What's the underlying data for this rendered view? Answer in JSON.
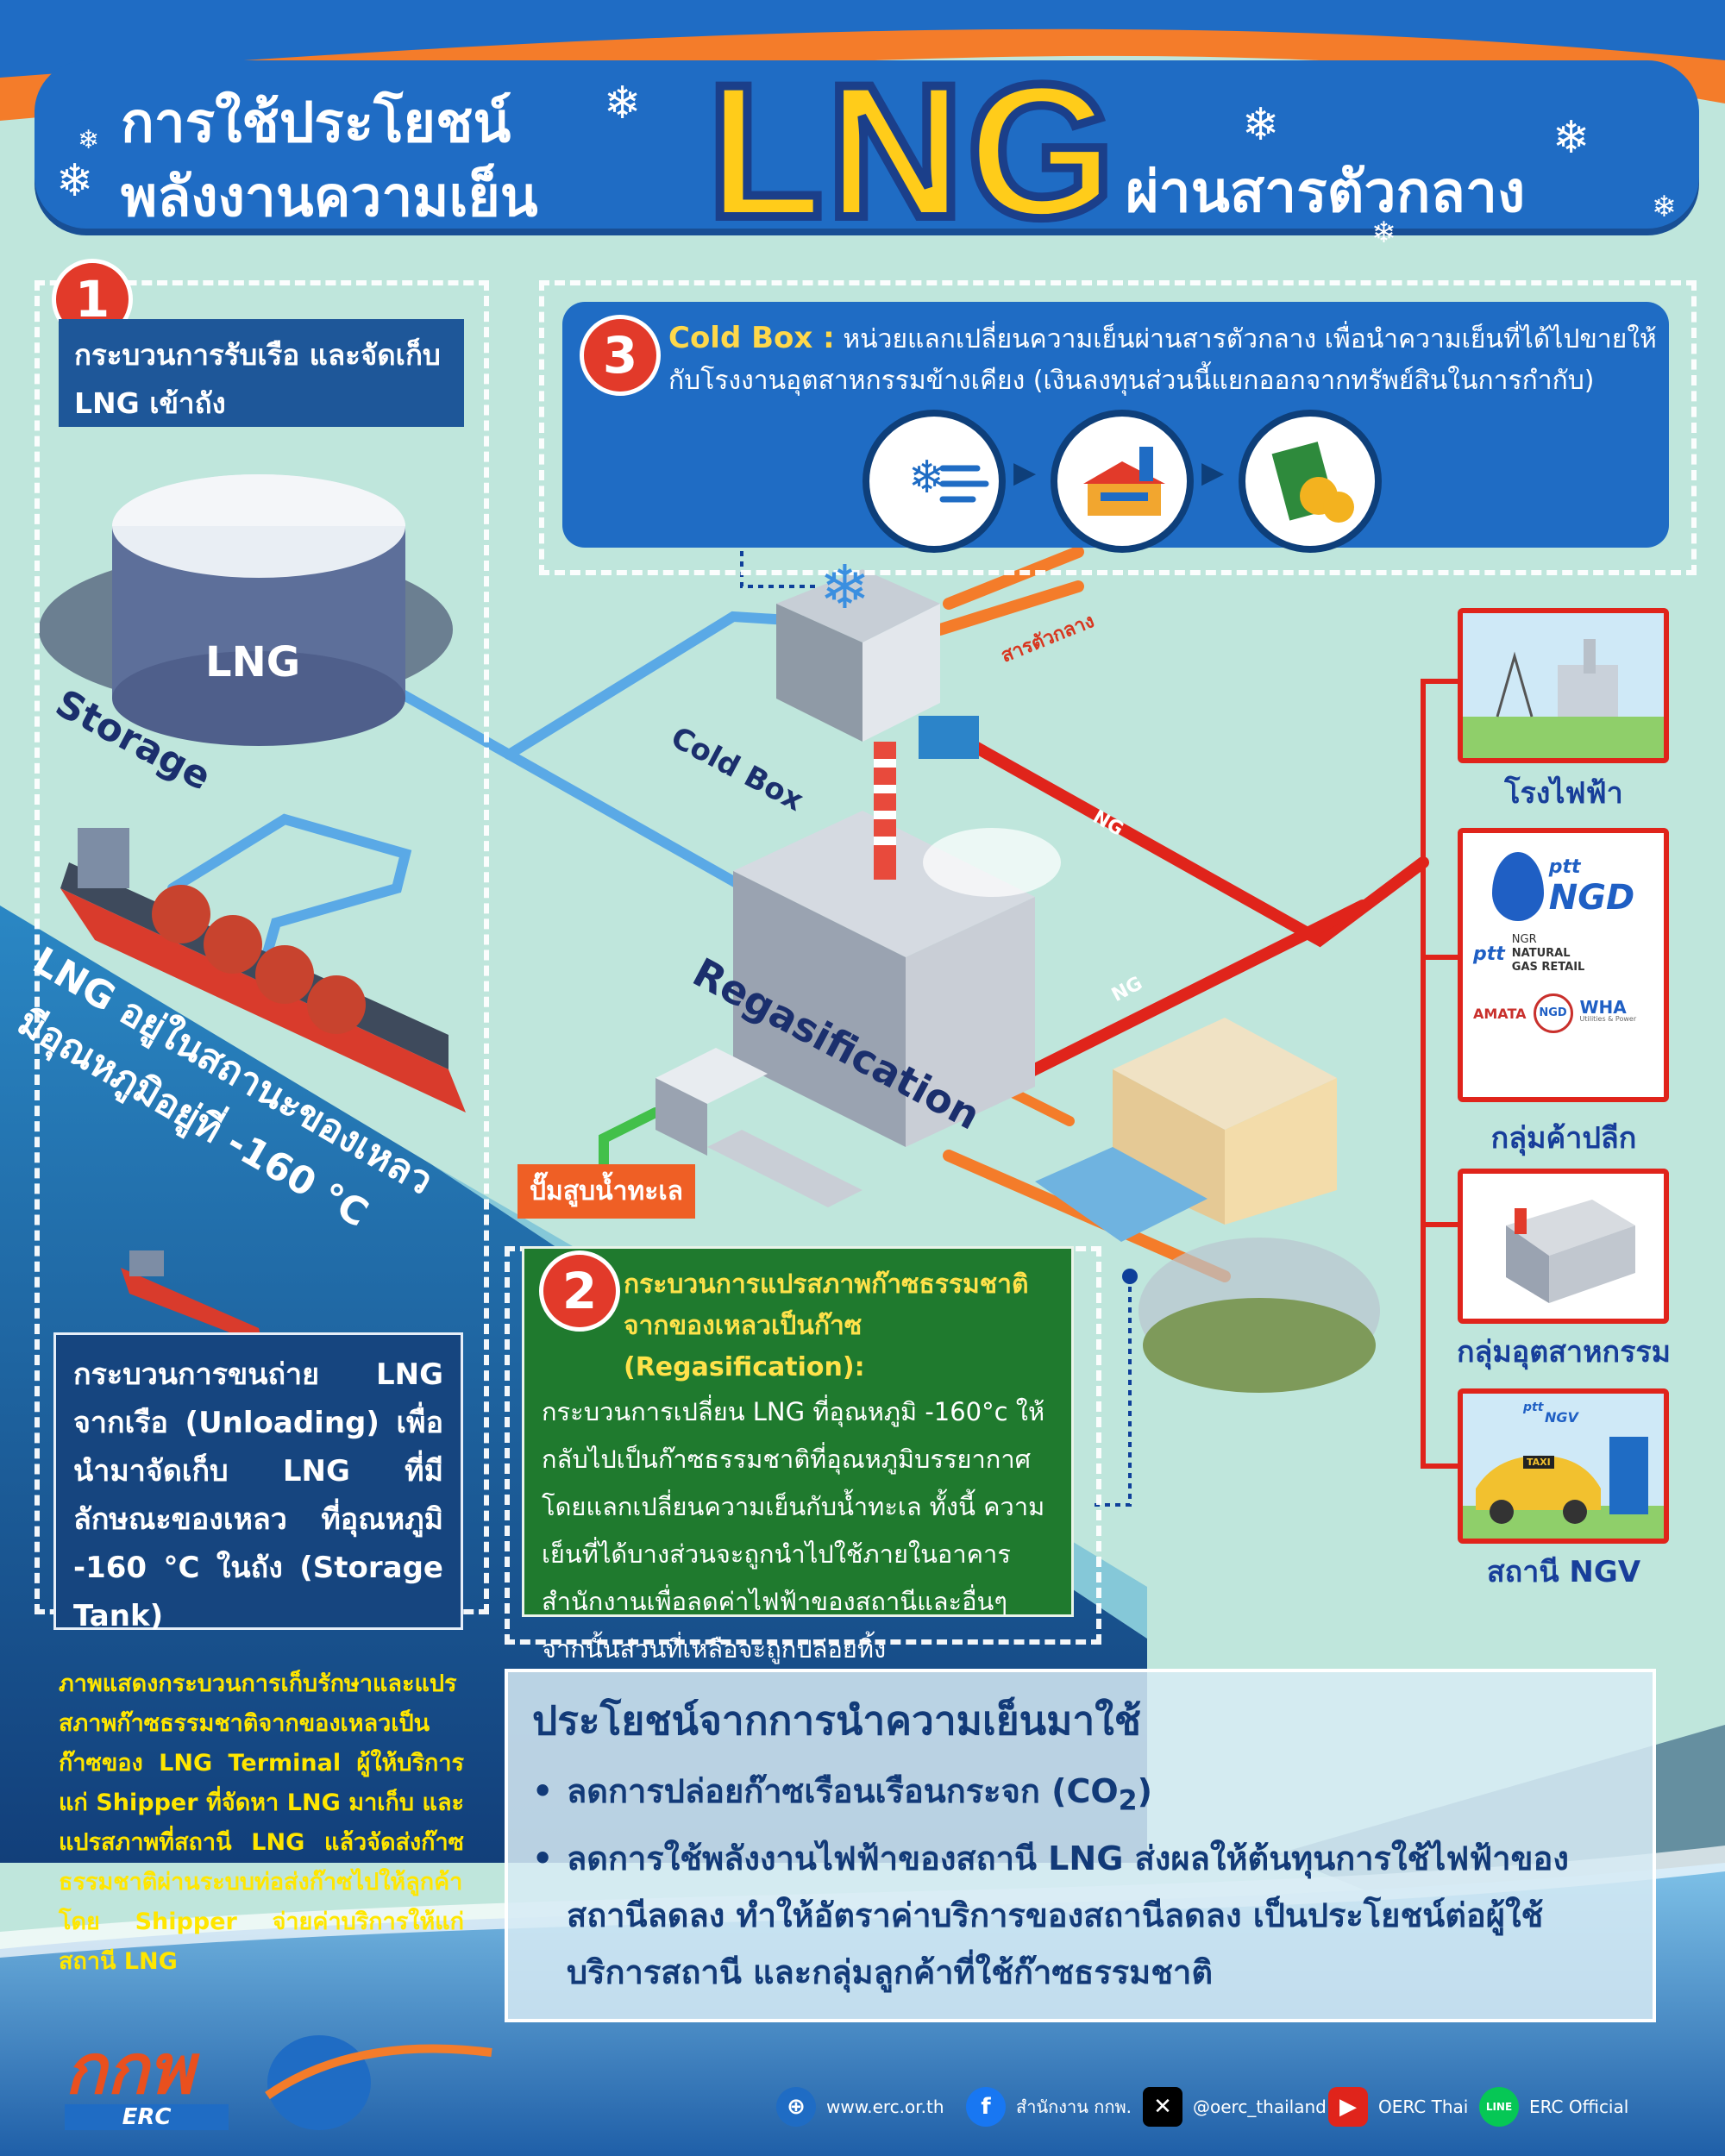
{
  "header": {
    "title_line1": "การใช้ประโยชน์",
    "title_line2": "พลังงานความเย็น",
    "title_lng": "LNG",
    "title_right": "ผ่านสารตัวกลาง"
  },
  "step1": {
    "number": "1",
    "title": "กระบวนการรับเรือ และจัดเก็บ LNG เข้าถัง",
    "tank_label": "LNG",
    "storage_label": "Storage",
    "ship_text_line1": "LNG อยู่ในสถานะของเหลว",
    "ship_text_line2": "มีอุณหภูมิอยู่ที่ -160 °C",
    "unloading": "กระบวนการขนถ่าย LNG จากเรือ (Unloading) เพื่อนำมาจัดเก็บ LNG ที่มีลักษณะของเหลว ที่อุณหภูมิ -160 °C ในถัง (Storage Tank)"
  },
  "step3": {
    "number": "3",
    "title_bold": "Cold Box :",
    "title_text": "หน่วยแลกเปลี่ยนความเย็นผ่านสารตัวกลาง เพื่อนำความเย็นที่ได้ไปขายให้กับโรงงานอุตสาหกรรมข้างเคียง (เงินลงทุนส่วนนี้แยกออกจากทรัพย์สินในการกำกับ)",
    "icons": [
      "snow-wind-icon",
      "factory-icon",
      "money-icon"
    ]
  },
  "diagram": {
    "cold_box_label": "Cold Box",
    "medium_label": "สารตัวกลาง",
    "ng_label_1": "NG",
    "ng_label_2": "NG",
    "regas_label": "Regasification",
    "pump_label": "ปั๊มสูบน้ำทะเล"
  },
  "step2": {
    "number": "2",
    "title": "กระบวนการแปรสภาพก๊าซธรรมชาติ จากของเหลวเป็นก๊าซ (Regasification):",
    "body": "กระบวนการเปลี่ยน LNG ที่อุณหภูมิ -160°c ให้กลับไปเป็นก๊าซธรรมชาติที่อุณหภูมิบรรยากาศโดยแลกเปลี่ยนความเย็นกับน้ำทะเล ทั้งนี้ ความเย็นที่ได้บางส่วนจะถูกนำไปใช้ภายในอาคารสำนักงานเพื่อลดค่าไฟฟ้าของสถานีและอื่นๆ จากนั้นส่วนที่เหลือจะถูกปล่อยทิ้ง"
  },
  "customers": [
    {
      "label": "โรงไฟฟ้า"
    },
    {
      "label": "กลุ่มค้าปลีก",
      "logos": [
        "ptt",
        "NGD",
        "ptt",
        "NGR",
        "NATURAL",
        "GAS RETAIL",
        "AMATA",
        "NGD",
        "WHA",
        "Utilities & Power"
      ]
    },
    {
      "label": "กลุ่มอุตสาหกรรม"
    },
    {
      "label": "สถานี NGV",
      "logos": [
        "ptt",
        "NGV",
        "TAXI"
      ]
    }
  ],
  "caption": "ภาพแสดงกระบวนการเก็บรักษาและแปรสภาพก๊าซธรรมชาติจากของเหลวเป็นก๊าซของ LNG Terminal ผู้ให้บริการแก่ Shipper ที่จัดหา LNG มาเก็บ และแปรสภาพที่สถานี LNG แล้วจัดส่งก๊าซธรรมชาติผ่านระบบท่อส่งก๊าซไปให้ลูกค้า โดย Shipper จ่ายค่าบริการให้แก่สถานี LNG",
  "benefits": {
    "title": "ประโยชน์จากการนำความเย็นมาใช้",
    "item1_prefix": "ลดการปล่อยก๊าซเรือนเรือนกระจก (CO",
    "item1_sub": "2",
    "item1_suffix": ")",
    "item2": "ลดการใช้พลังงานไฟฟ้าของสถานี LNG ส่งผลให้ต้นทุนการใช้ไฟฟ้าของสถานีลดลง ทำให้อัตราค่าบริการของสถานีลดลง เป็นประโยชน์ต่อผู้ใช้บริการสถานี และกลุ่มลูกค้าที่ใช้ก๊าซธรรมชาติ"
  },
  "footer": {
    "logo_text": "กกพ",
    "logo_sub": "ERC",
    "web": "www.erc.or.th",
    "facebook": "สำนักงาน กกพ.",
    "x": "@oerc_thailand",
    "youtube": "OERC Thai",
    "line_icon": "LINE",
    "line": "ERC Official"
  },
  "colors": {
    "header_blue": "#1f6cc4",
    "lng_yellow": "#ffcc1a",
    "step_red": "#e23a2a",
    "step2_green": "#1f7a2e",
    "sea_blue": "#1d6ea8",
    "ng_pipe_red": "#e0241b",
    "medium_pipe_orange": "#f47c2a"
  }
}
